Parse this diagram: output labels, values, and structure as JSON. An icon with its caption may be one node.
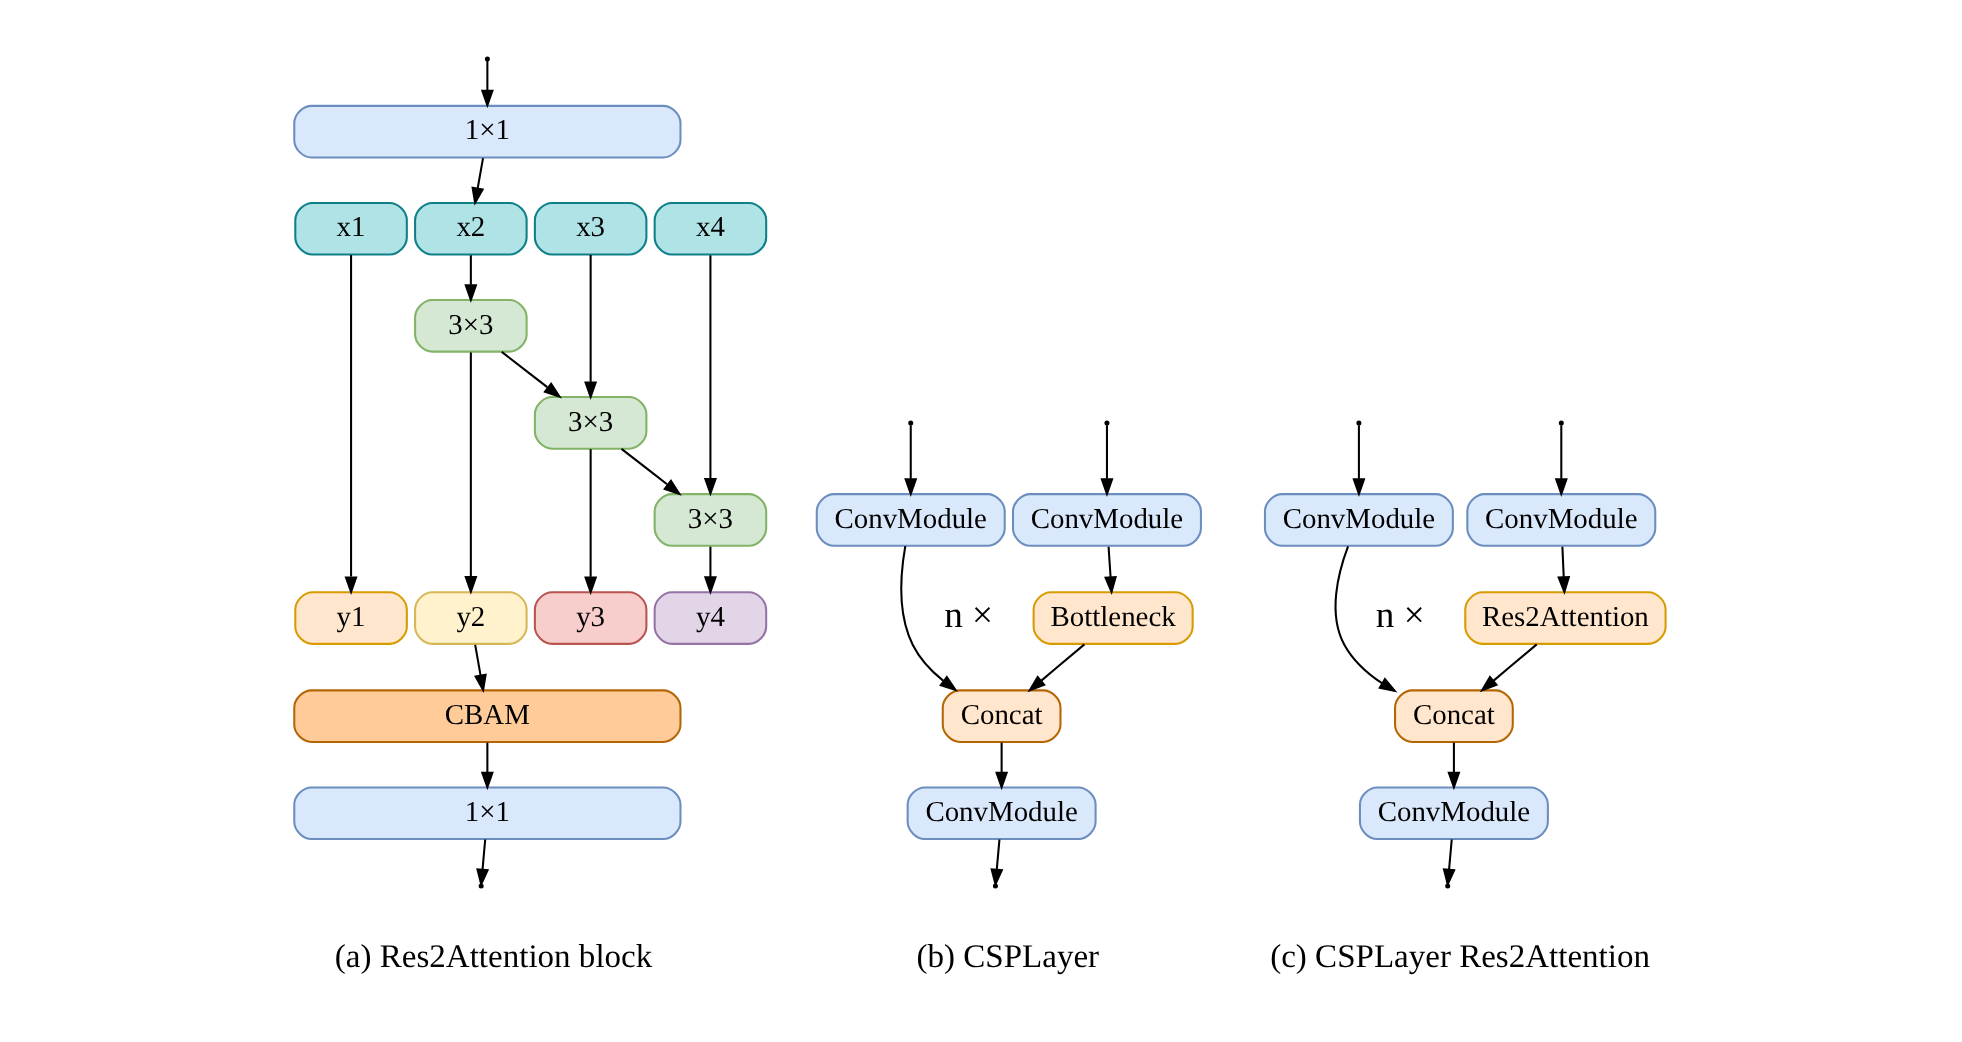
{
  "diagram": {
    "nodes": [
      {
        "text": [
          "1×1"
        ]
      },
      {
        "text": [
          "x1"
        ]
      },
      {
        "text": [
          "x2"
        ]
      },
      {
        "text": [
          "x3"
        ]
      },
      {
        "text": [
          "x4"
        ]
      },
      {
        "text": [
          "3×3"
        ]
      },
      {
        "text": [
          "3×3"
        ]
      },
      {
        "text": [
          "3×3"
        ]
      },
      {
        "text": [
          "y1"
        ]
      },
      {
        "text": [
          "y2"
        ]
      },
      {
        "text": [
          "y3"
        ]
      },
      {
        "text": [
          "y4"
        ]
      },
      {
        "text": [
          "CBAM"
        ]
      },
      {
        "text": [
          "1×1"
        ]
      },
      {
        "text": [
          "ConvModule"
        ]
      },
      {
        "text": [
          "ConvModule"
        ]
      },
      {
        "text": [
          "Bottleneck"
        ],
        "beside": [
          "n ×"
        ]
      },
      {
        "text": [
          "Concat"
        ]
      },
      {
        "text": [
          "ConvModule"
        ]
      },
      {
        "text": [
          "ConvModule"
        ]
      },
      {
        "text": [
          "ConvModule"
        ]
      },
      {
        "text": [
          "Res2Attention"
        ],
        "beside": [
          "n ×"
        ]
      },
      {
        "text": [
          "Concat"
        ]
      },
      {
        "text": [
          "ConvModule"
        ]
      }
    ],
    "edges": [
      {
        "from": null,
        "to": 0,
        "arrow": "to"
      },
      {
        "from": 0,
        "to": 2,
        "arrow": "to"
      },
      {
        "from": 1,
        "to": 8,
        "arrow": "to"
      },
      {
        "from": 2,
        "to": 5,
        "arrow": "to"
      },
      {
        "from": 5,
        "to": 9,
        "arrow": "to"
      },
      {
        "from": 5,
        "to": 6,
        "arrow": "to"
      },
      {
        "from": 3,
        "to": 6,
        "arrow": "to"
      },
      {
        "from": 6,
        "to": 10,
        "arrow": "to"
      },
      {
        "from": 6,
        "to": 7,
        "arrow": "to"
      },
      {
        "from": 4,
        "to": 7,
        "arrow": "to"
      },
      {
        "from": 7,
        "to": 11,
        "arrow": "to"
      },
      {
        "from": 9,
        "to": 12,
        "arrow": "to"
      },
      {
        "from": 12,
        "to": 13,
        "arrow": "to"
      },
      {
        "from": 13,
        "to": null,
        "arrow": "to"
      },
      {
        "from": null,
        "to": 15,
        "arrow": "to"
      },
      {
        "from": null,
        "to": 14,
        "arrow": "to"
      },
      {
        "from": 15,
        "to": 16,
        "arrow": "to"
      },
      {
        "from": 16,
        "to": 17,
        "arrow": "to"
      },
      {
        "from": 14,
        "to": 17,
        "arrow": "to"
      },
      {
        "from": 17,
        "to": 18,
        "arrow": "to"
      },
      {
        "from": 18,
        "to": null,
        "arrow": "to"
      },
      {
        "from": null,
        "to": 20,
        "arrow": "to"
      },
      {
        "from": null,
        "to": 19,
        "arrow": "to"
      },
      {
        "from": 20,
        "to": 21,
        "arrow": "to"
      },
      {
        "from": 21,
        "to": 22,
        "arrow": "to"
      },
      {
        "from": 19,
        "to": 22,
        "arrow": "to"
      },
      {
        "from": 22,
        "to": 23,
        "arrow": "to"
      },
      {
        "from": 23,
        "to": null,
        "arrow": "to"
      }
    ],
    "labels": [
      "(a) Res2Attention block",
      "(b) CSPLayer",
      "(c) CSPLayer Res2Attention"
    ]
  }
}
